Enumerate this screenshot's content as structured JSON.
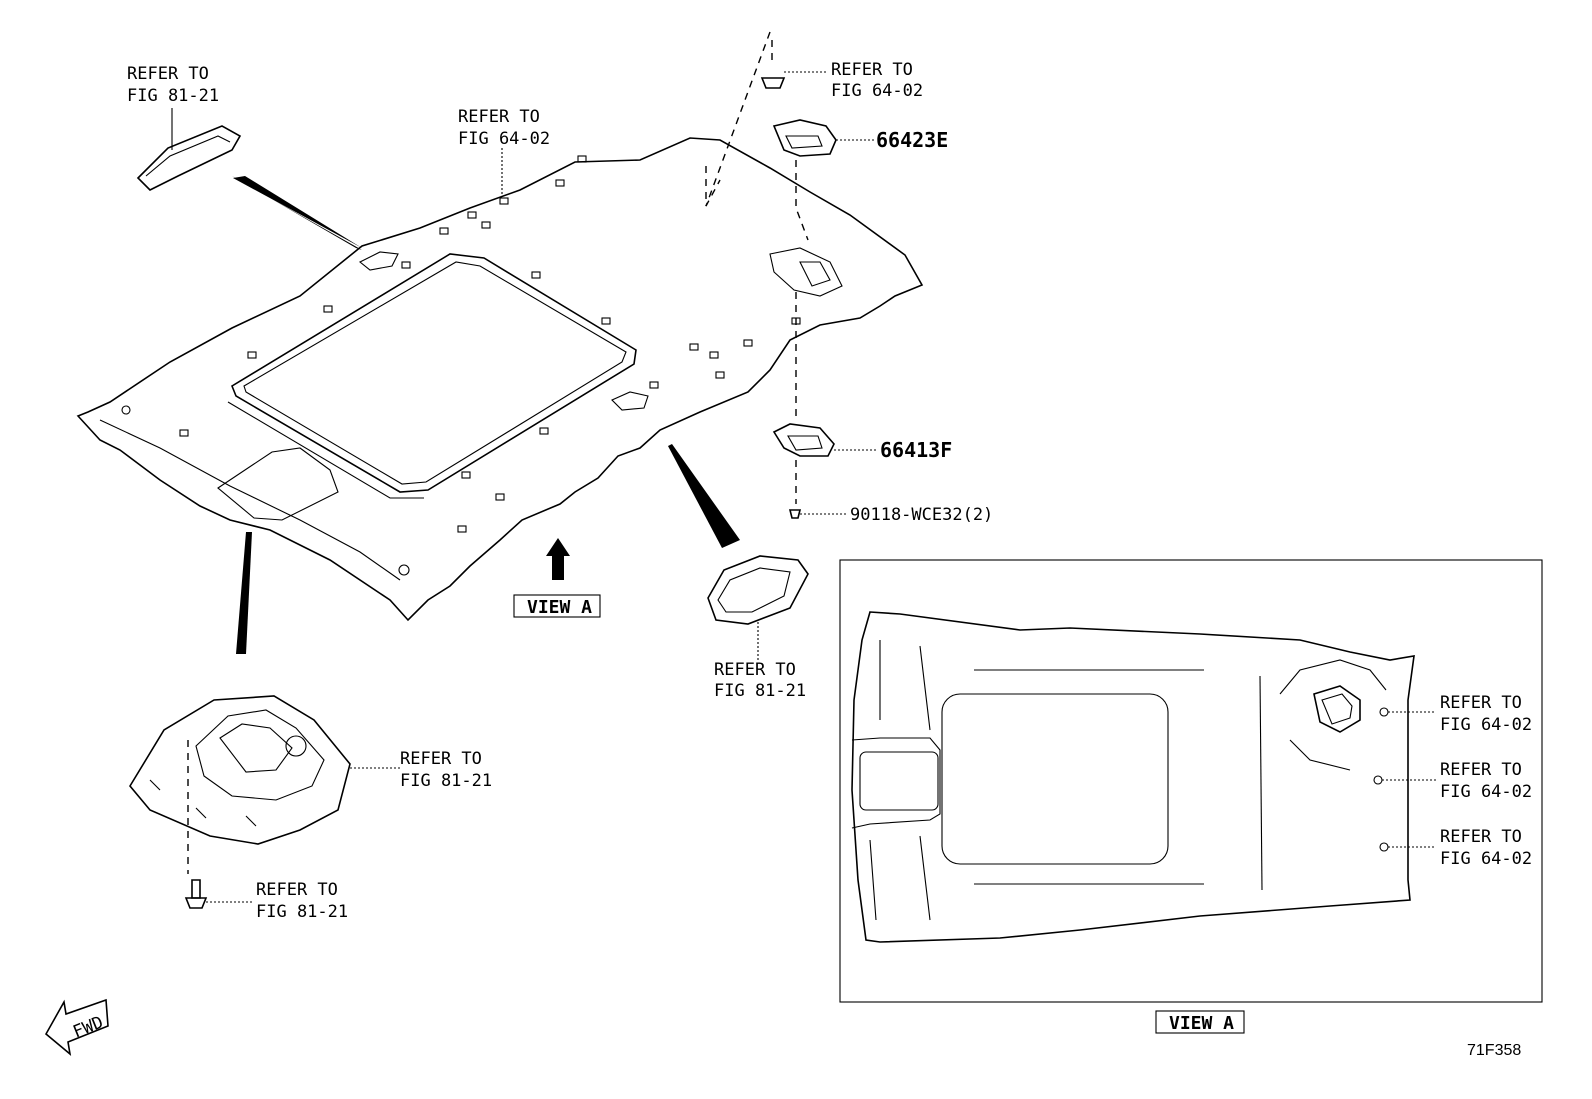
{
  "callouts": {
    "top_left": [
      "REFER TO",
      "FIG 81-21"
    ],
    "top_center": [
      "REFER TO",
      "FIG 64-02"
    ],
    "top_right": [
      "REFER TO",
      "FIG 64-02"
    ],
    "part_66423E": "66423E",
    "part_66413F": "66413F",
    "part_screw": "90118-WCE32(2)",
    "bottom_left_lamp": [
      "REFER TO",
      "FIG 81-21"
    ],
    "bottom_left_screw": [
      "REFER TO",
      "FIG 81-21"
    ],
    "center_lamp": [
      "REFER TO",
      "FIG 81-21"
    ],
    "inset_1": [
      "REFER TO",
      "FIG 64-02"
    ],
    "inset_2": [
      "REFER TO",
      "FIG 64-02"
    ],
    "inset_3": [
      "REFER TO",
      "FIG 64-02"
    ]
  },
  "view_a_main": "VIEW A",
  "view_a_inset": "VIEW A",
  "fwd": "FWD",
  "figure_code": "71F358"
}
